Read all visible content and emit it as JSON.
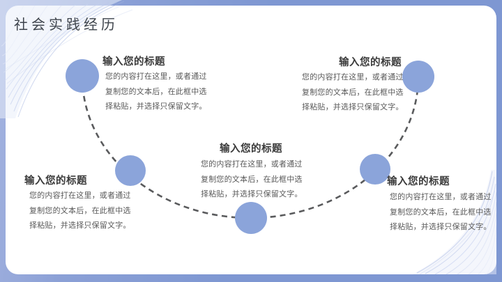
{
  "slide_title": "社会实践经历",
  "nodes": [
    {
      "title": "输入您的标题",
      "body": "您的内容打在这里，或者通过复制您的文本后，在此框中选择粘贴，并选择只保留文字。"
    },
    {
      "title": "输入您的标题",
      "body": "您的内容打在这里，或者通过复制您的文本后，在此框中选择粘贴，并选择只保留文字。"
    },
    {
      "title": "输入您的标题",
      "body": "您的内容打在这里，或者通过复制您的文本后，在此框中选择粘贴，并选择只保留文字。"
    },
    {
      "title": "输入您的标题",
      "body": "您的内容打在这里，或者通过复制您的文本后，在此框中选择粘贴，并选择只保留文字。"
    },
    {
      "title": "输入您的标题",
      "body": "您的内容打在这里，或者通过复制您的文本后，在此框中选择粘贴，并选择只保留文字。"
    }
  ],
  "colors": {
    "frame": "#7E97D2",
    "accent_circle": "#8BA4DA",
    "dash_line": "#595A5C",
    "slide_title_text": "#3E444C",
    "node_title_text": "#3B3B3B",
    "body_text": "#595959",
    "decoration_wave": "#BFCCEE"
  }
}
